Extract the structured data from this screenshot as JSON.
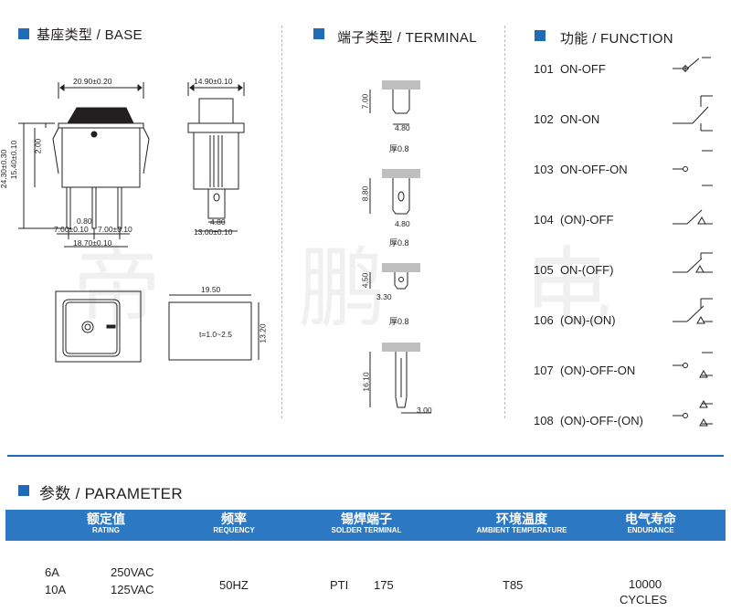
{
  "base": {
    "title": "基座类型 / BASE"
  },
  "terminal": {
    "title": "端子类型 / TERMINAL",
    "thickness": "厚0.8"
  },
  "function": {
    "title": "功能 / FUNCTION",
    "items": [
      {
        "code": "101",
        "name": "ON-OFF"
      },
      {
        "code": "102",
        "name": "ON-ON"
      },
      {
        "code": "103",
        "name": "ON-OFF-ON"
      },
      {
        "code": "104",
        "name": "(ON)-OFF"
      },
      {
        "code": "105",
        "name": "ON-(OFF)"
      },
      {
        "code": "106",
        "name": "(ON)-(ON)"
      },
      {
        "code": "107",
        "name": "(ON)-OFF-ON"
      },
      {
        "code": "108",
        "name": "(ON)-OFF-(ON)"
      }
    ]
  },
  "dimensions": {
    "base_width": "20.90±0.20",
    "side_width": "14.90±0.10",
    "height_total": "24.30±0.30",
    "height_body": "15.40±0.10",
    "height_top": "2.00",
    "pin_width": "0.80",
    "pin_pitch_1": "7.00±0.10",
    "pin_pitch_2": "7.00±0.10",
    "pin_span": "18.70±0.10",
    "terminal_width": "4.80",
    "side_depth": "13.00±0.10",
    "panel_width": "19.50",
    "panel_height": "13.20",
    "panel_thickness": "t=1.0~2.5",
    "t1_height": "7.00",
    "t1_width": "4.80",
    "t2_height": "8.80",
    "t2_width": "4.80",
    "t3_height": "4.50",
    "t3_width": "3.30",
    "t4_height": "16.10",
    "t4_width": "3.00"
  },
  "watermark": "帝 鹏 电 子",
  "parameter": {
    "title": "参数 / PARAMETER",
    "headers": [
      {
        "cn": "额定值",
        "en": "RATING"
      },
      {
        "cn": "频率",
        "en": "REQUENCY"
      },
      {
        "cn": "锡焊端子",
        "en": "SOLDER TERMINAL"
      },
      {
        "cn": "环境温度",
        "en": "AMBIENT TEMPERATURE"
      },
      {
        "cn": "电气寿命",
        "en": "ENDURANCE"
      }
    ],
    "rating": [
      {
        "current": "6A",
        "voltage": "250VAC"
      },
      {
        "current": "10A",
        "voltage": "125VAC"
      }
    ],
    "frequency": "50HZ",
    "solder_terminal": {
      "type": "PTI",
      "value": "175"
    },
    "temperature": "T85",
    "endurance": {
      "value": "10000",
      "unit": "CYCLES"
    }
  },
  "colors": {
    "accent": "#1f6cb5",
    "table_header": "#2c78c3"
  }
}
